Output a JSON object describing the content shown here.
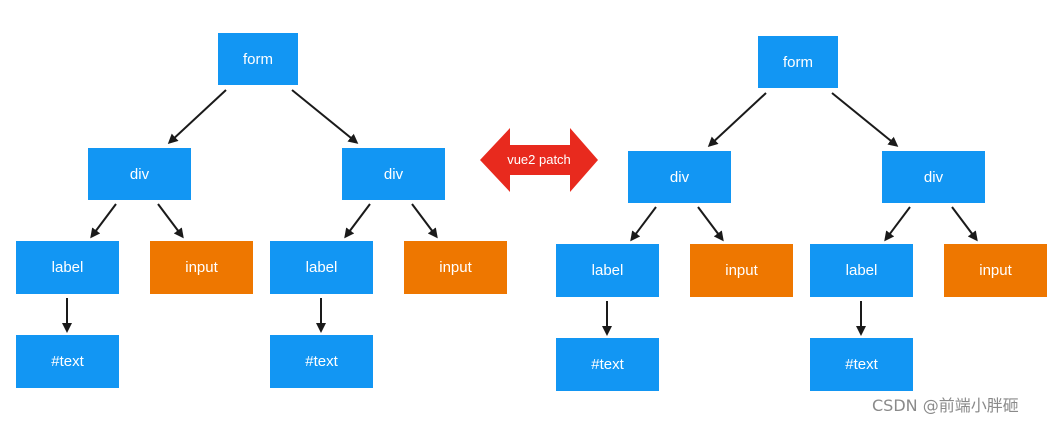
{
  "trees": [
    {
      "form": "form",
      "divs": [
        {
          "label": "div",
          "children": {
            "label": "label",
            "input": "input",
            "text": "#text"
          }
        },
        {
          "label": "div",
          "children": {
            "label": "label",
            "input": "input",
            "text": "#text"
          }
        }
      ]
    },
    {
      "form": "form",
      "divs": [
        {
          "label": "div",
          "children": {
            "label": "label",
            "input": "input",
            "text": "#text"
          }
        },
        {
          "label": "div",
          "children": {
            "label": "label",
            "input": "input",
            "text": "#text"
          }
        }
      ]
    }
  ],
  "center_arrow": {
    "label": "vue2 patch",
    "color": "#e82a1e"
  },
  "colors": {
    "element": "#1296f3",
    "input": "#ee7700",
    "arrow": "#1a1a1a"
  },
  "watermark": "CSDN @前端小胖砸"
}
